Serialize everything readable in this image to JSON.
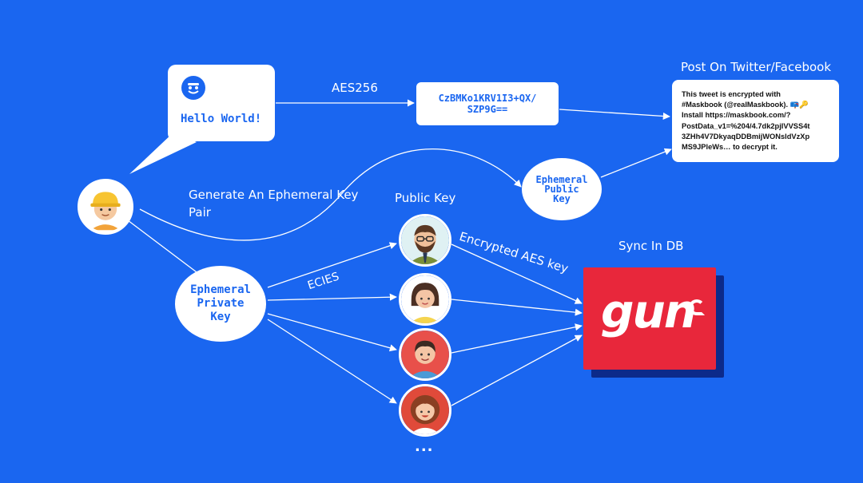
{
  "hello_card": {
    "text": "Hello World!",
    "icon": "maskbook-logo-icon"
  },
  "labels": {
    "aes": "AES256",
    "generate": "Generate An Ephemeral Key",
    "generate2": "Pair",
    "public_key": "Public Key",
    "encrypted_aes": "Encrypted AES key",
    "ecies": "ECIES",
    "sync": "Sync In DB",
    "post_on": "Post On Twitter/Facebook",
    "more": "..."
  },
  "cipher": {
    "line1": "CzBMKo1KRV1I3+QX/",
    "line2": "SZP9G=="
  },
  "tweet": {
    "line1": "This tweet is encrypted with",
    "line2": "#Maskbook (@realMaskbook). 📪🔑",
    "line3": "Install https://maskbook.com/?",
    "line4": "PostData_v1=%204/4.7dk2pjIVVSS4t",
    "line5": "3ZHh4V7DkyaqDDBmijWONsldVzXp",
    "line6": "MS9JPleWs… to decrypt it."
  },
  "ephemeral_public": {
    "line1": "Ephemeral",
    "line2": "Public",
    "line3": "Key"
  },
  "ephemeral_private": {
    "line1": "Ephemeral",
    "line2": "Private",
    "line3": "Key"
  },
  "gun_logo": {
    "text": "gun",
    "bg_color": "#e8273b"
  },
  "colors": {
    "background": "#1a66f0",
    "accent": "#1a66f0"
  }
}
